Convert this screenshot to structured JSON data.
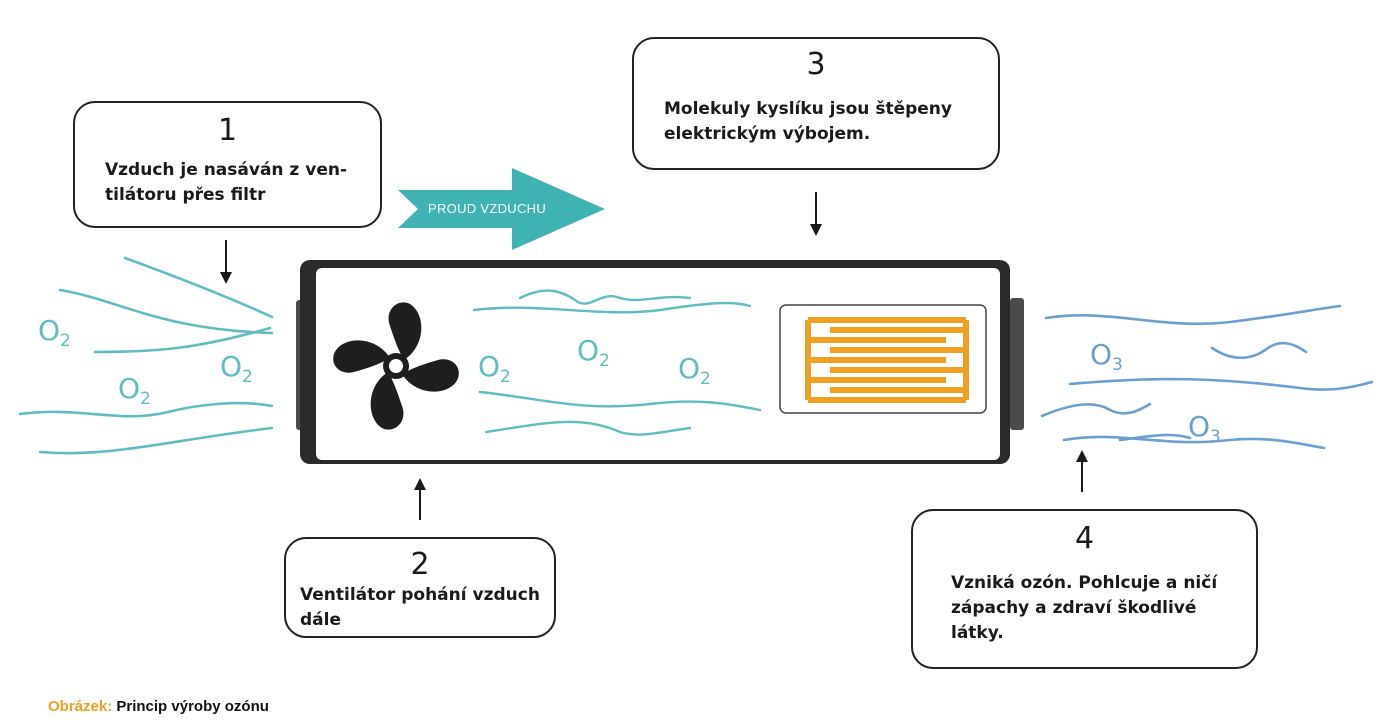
{
  "steps": [
    {
      "number": "1",
      "text": "Vzduch je nasáván z ven-tilátoru přes filtr"
    },
    {
      "number": "2",
      "text": "Ventilátor pohání vzduch dále"
    },
    {
      "number": "3",
      "text": "Molekuly kyslíku jsou štěpeny elektrickým výbojem."
    },
    {
      "number": "4",
      "text": "Vzniká ozón. Pohlcuje a ničí zápachy a zdraví škodlivé látky."
    }
  ],
  "flow_label": "PROUD VZDUCHU",
  "oxygen_label": {
    "symbol": "O",
    "subscript": "2"
  },
  "ozone_label": {
    "symbol": "O",
    "subscript": "3"
  },
  "caption": {
    "key": "Obrázek:",
    "value": "Princip výroby ozónu"
  },
  "colors": {
    "oxygen": "#5fbcc2",
    "ozone": "#6a9fd0",
    "flow_arrow": "#3fb3b3",
    "electrode": "#f0a020",
    "device_frame": "#222222",
    "caption_key": "#f0a020"
  },
  "icons": [
    "fan-icon",
    "electrode-plate-icon",
    "arrow-down-icon",
    "arrow-up-icon",
    "flow-arrow-icon"
  ]
}
